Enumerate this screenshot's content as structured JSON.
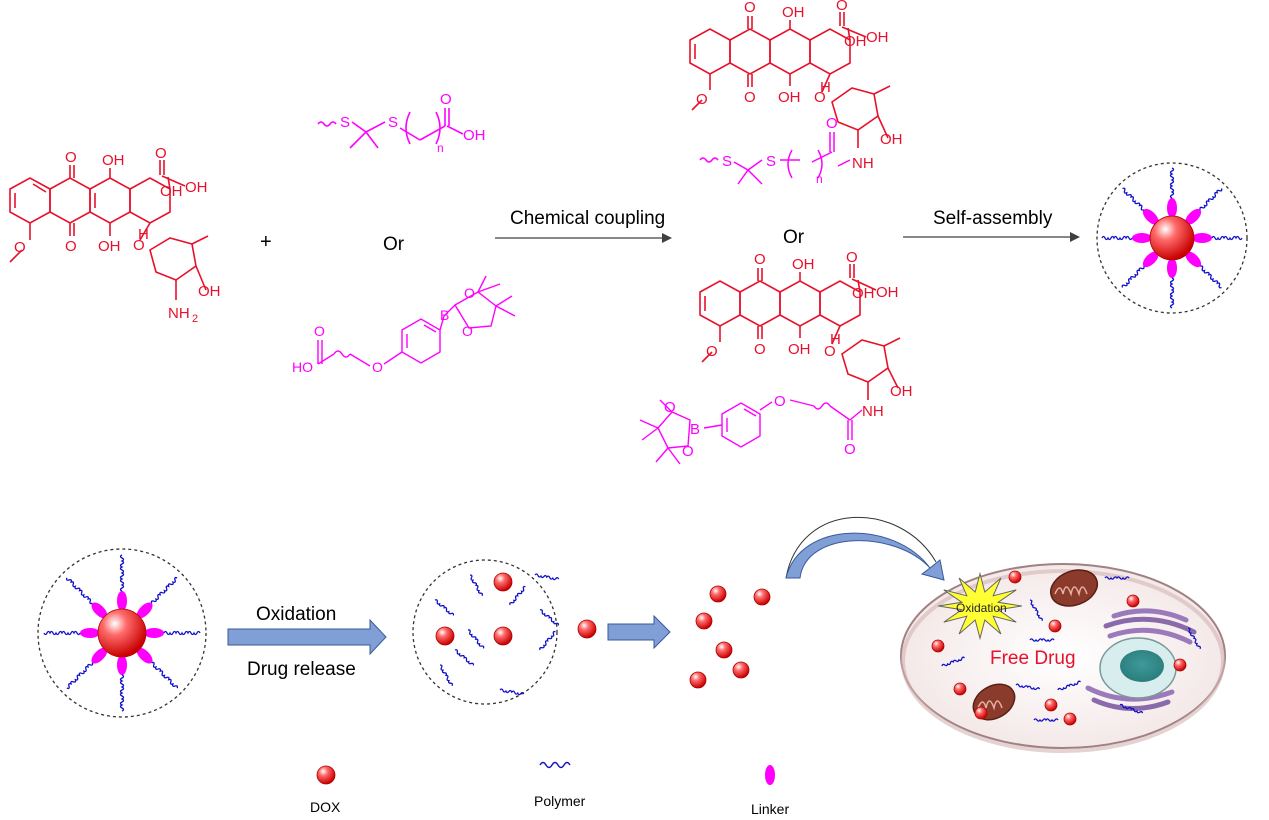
{
  "top_row": {
    "plus_sign": "+",
    "or_left": "Or",
    "or_right": "Or",
    "coupling_label": "Chemical coupling",
    "assembly_label": "Self-assembly"
  },
  "chemistry": {
    "dox": {
      "atoms": [
        "O",
        "OH",
        "O",
        "OH",
        "OH",
        "O",
        "OH",
        "H",
        "O",
        "OH",
        "NH2"
      ]
    },
    "thioketal_linker": {
      "atoms": [
        "S",
        "S",
        "n",
        "O",
        "OH"
      ]
    },
    "boronate_linker": {
      "atoms": [
        "B",
        "O",
        "O",
        "O",
        "HO",
        "O"
      ]
    },
    "conjugate_thioketal": {
      "atoms": [
        "NH",
        "O",
        "S",
        "S",
        "n"
      ]
    },
    "conjugate_boronate": {
      "atoms": [
        "NH",
        "O",
        "B",
        "O",
        "O"
      ]
    }
  },
  "bottom_row": {
    "oxidation_label": "Oxidation",
    "release_label": "Drug release",
    "cell_oxidation_label": "Oxidation",
    "free_drug_label": "Free Drug"
  },
  "legend": [
    {
      "label": "DOX",
      "symbol": "red-sphere"
    },
    {
      "label": "Polymer",
      "symbol": "blue-wavy-line"
    },
    {
      "label": "Linker",
      "symbol": "magenta-ellipse"
    }
  ],
  "colors": {
    "dox": "#e8102a",
    "linker": "#ff00ff",
    "polymer": "#1010c8",
    "arrow_fill": "#7f9fd6",
    "arrow_stroke": "#3a5a9a",
    "cell_fill": "#f7eeee",
    "star_fill": "#ffff33"
  }
}
